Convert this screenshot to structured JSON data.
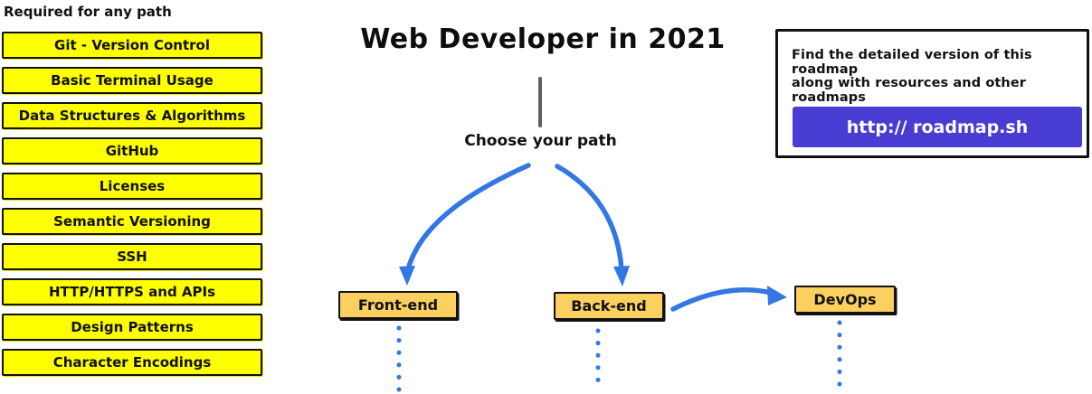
{
  "left_panel": {
    "heading": "Required for any path",
    "items": [
      "Git - Version Control",
      "Basic Terminal Usage",
      "Data Structures & Algorithms",
      "GitHub",
      "Licenses",
      "Semantic Versioning",
      "SSH",
      "HTTP/HTTPS and APIs",
      "Design Patterns",
      "Character Encodings"
    ]
  },
  "center": {
    "title": "Web Developer in 2021",
    "choose_label": "Choose your path",
    "nodes": {
      "frontend": "Front-end",
      "backend": "Back-end",
      "devops": "DevOps"
    }
  },
  "info_box": {
    "text_line1": "Find the detailed version of this roadmap",
    "text_line2": "along with resources and other roadmaps",
    "link_label": "http:// roadmap.sh"
  },
  "colors": {
    "required_highlight": "#FEFF00",
    "node_amber": "#FBD05F",
    "connector_blue": "#3377E3",
    "link_button_purple": "#483CD3",
    "stem_gray": "#5E5E5E",
    "border_black": "#111111"
  }
}
